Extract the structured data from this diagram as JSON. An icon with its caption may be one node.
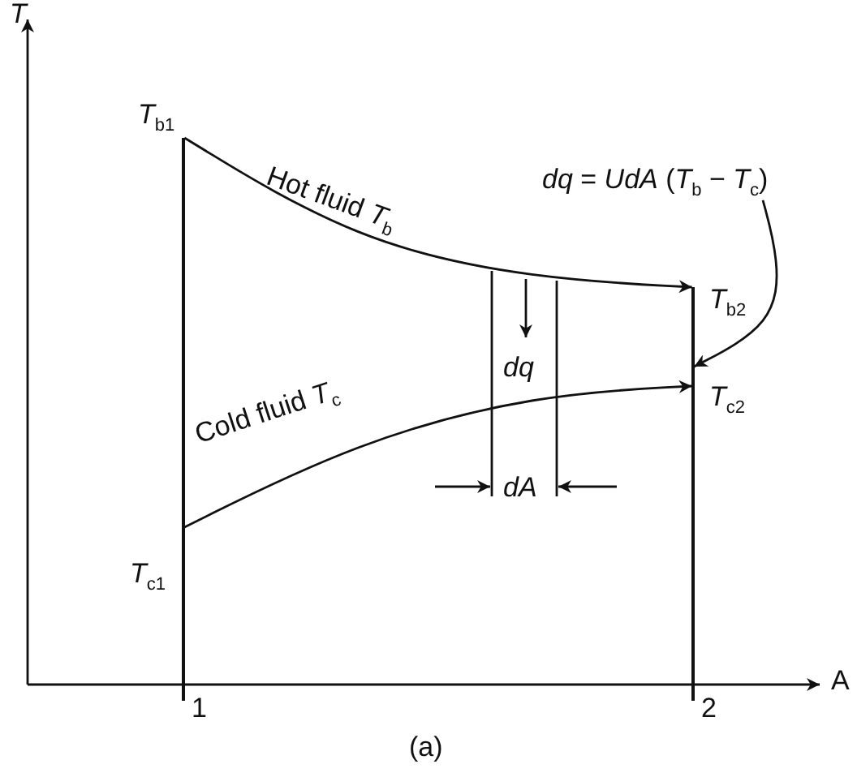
{
  "diagram": {
    "caption": "(a)",
    "nodes": [
      {
        "text": [
          "*dq* = *UdA* (*T*$_{b}$ − *T*$_{c}$)"
        ]
      },
      {
        "text": [],
        "shape": "bar"
      },
      {
        "text": [],
        "shape": "bar"
      }
    ],
    "edges": [
      {
        "from": 0,
        "to": 2,
        "arrow": "to"
      },
      {
        "from": 1,
        "to": 2,
        "arrow": "to"
      },
      {
        "from": 1,
        "to": 2,
        "arrow": "to"
      }
    ],
    "labels": [
      "*T*",
      "*T*$_{b1}$",
      "Hot fluid *T*$_{b}$",
      "*T*$_{b2}$",
      "*dq*",
      "*T*$_{c2}$",
      "Cold fluid *T*$_{c}$",
      "*T*$_{c1}$",
      "*dA*",
      "1",
      "2",
      "A"
    ]
  }
}
